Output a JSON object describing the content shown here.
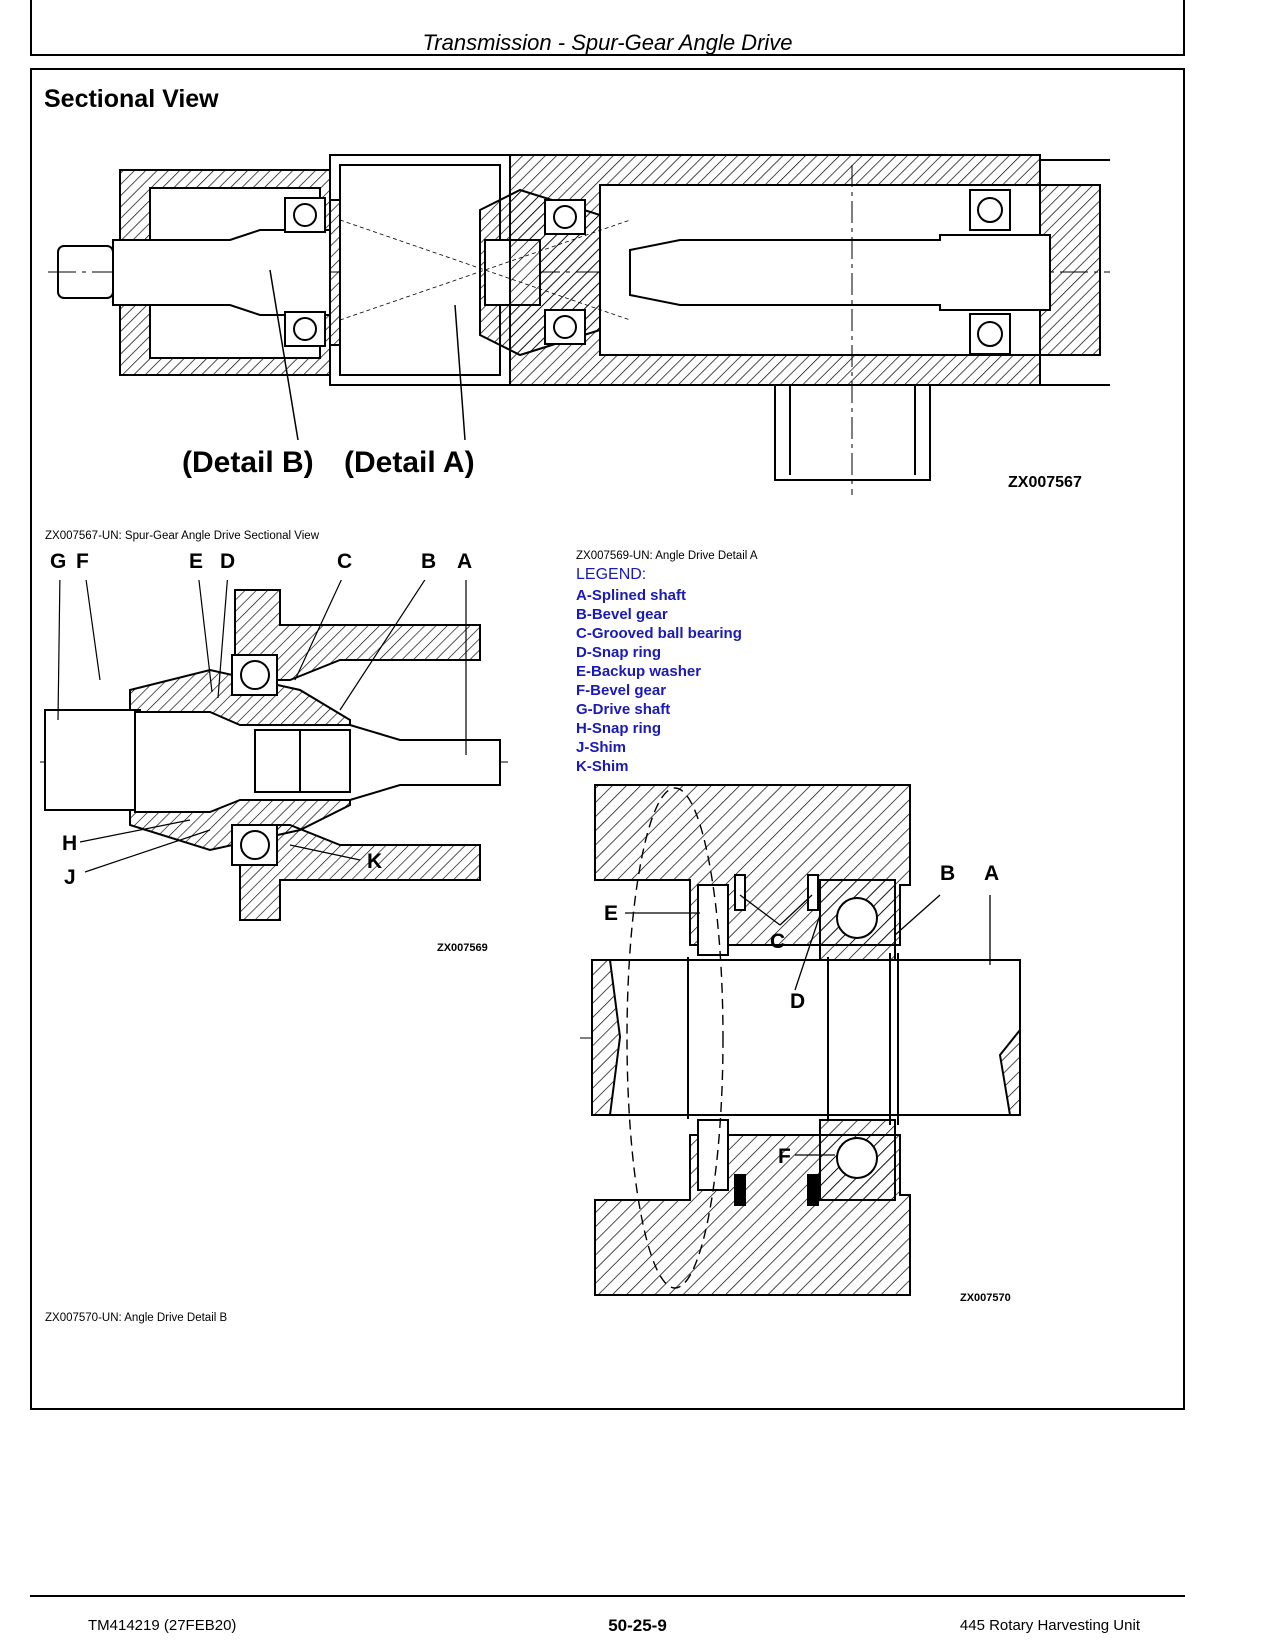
{
  "header": {
    "title": "Transmission - Spur-Gear Angle Drive"
  },
  "section": {
    "heading": "Sectional View"
  },
  "figure_main": {
    "detail_b_label": "(Detail B)",
    "detail_a_label": "(Detail A)",
    "code": "ZX007567",
    "caption": "ZX007567-UN: Spur-Gear Angle Drive Sectional View"
  },
  "figure_detail_a": {
    "code": "ZX007569",
    "caption": "ZX007569-UN: Angle Drive Detail A",
    "letters": {
      "G": "G",
      "F": "F",
      "E": "E",
      "D": "D",
      "C": "C",
      "B": "B",
      "A": "A",
      "H": "H",
      "J": "J",
      "K": "K"
    }
  },
  "legend": {
    "title": "LEGEND:",
    "items": [
      "A-Splined shaft",
      "B-Bevel gear",
      "C-Grooved ball bearing",
      "D-Snap ring",
      "E-Backup washer",
      "F-Bevel gear",
      "G-Drive shaft",
      "H-Snap ring",
      "J-Shim",
      "K-Shim"
    ]
  },
  "figure_detail_b": {
    "code": "ZX007570",
    "caption": "ZX007570-UN: Angle Drive Detail B",
    "letters": {
      "A": "A",
      "B": "B",
      "C": "C",
      "D": "D",
      "E": "E",
      "F": "F"
    }
  },
  "footer": {
    "left": "TM414219 (27FEB20)",
    "center": "50-25-9",
    "right": "445 Rotary Harvesting Unit"
  }
}
